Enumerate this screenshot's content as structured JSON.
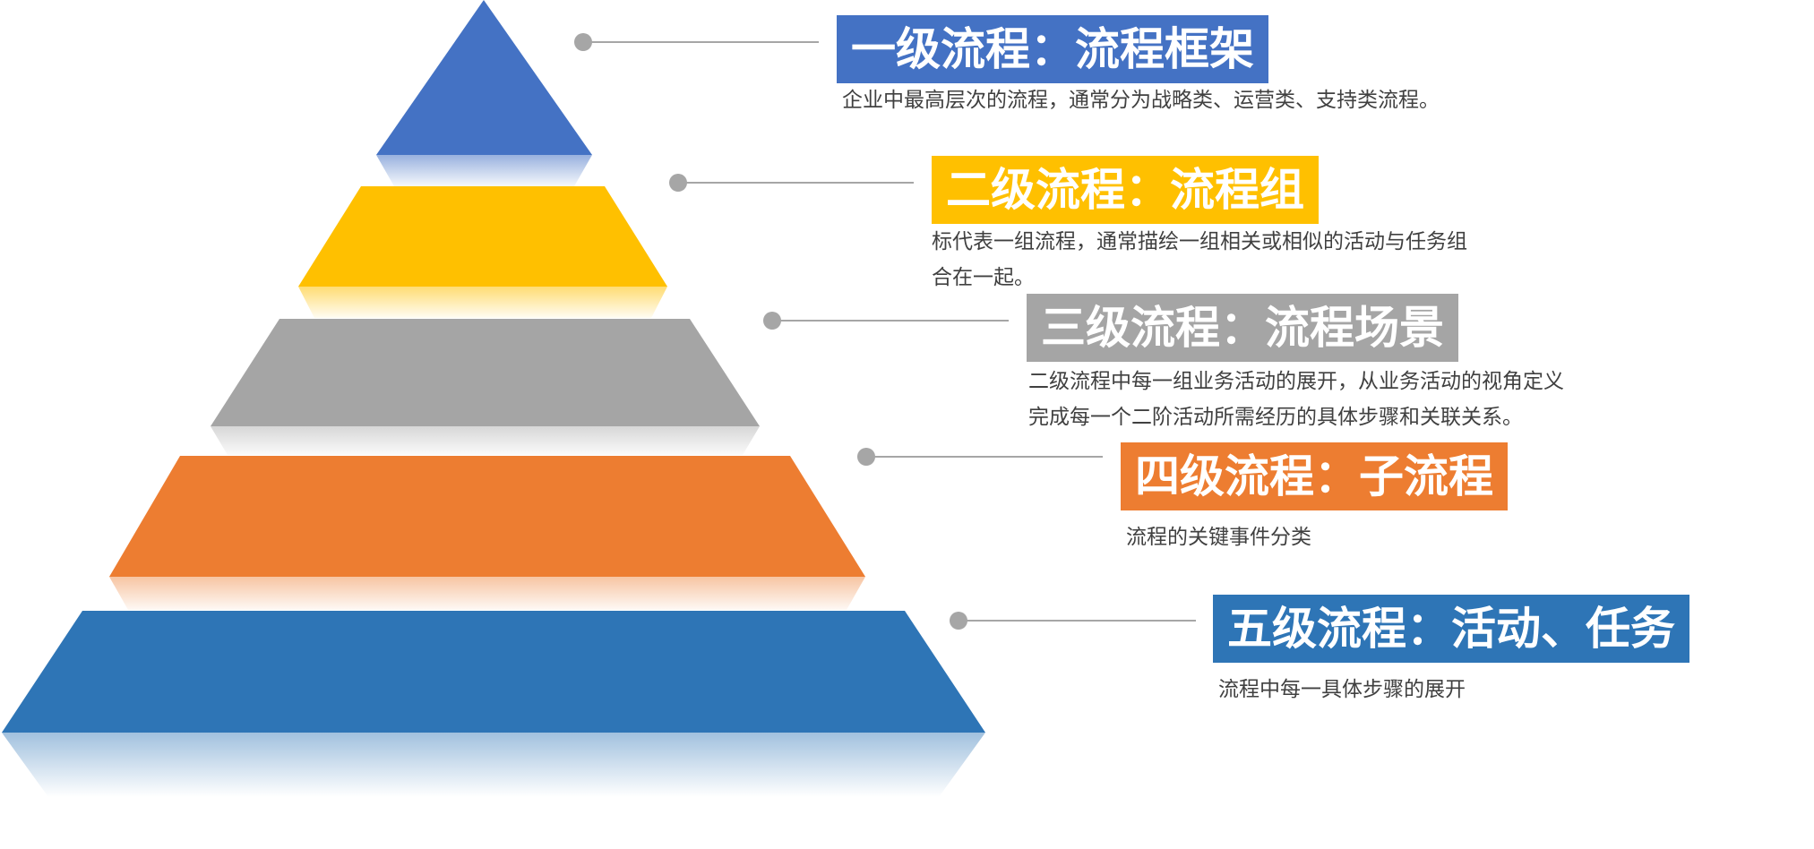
{
  "levels": [
    {
      "title": "一级流程：流程框架",
      "color": "#4472c4",
      "desc": [
        "企业中最高层次的流程，通常分为战略类、运营类、支持类流程。"
      ]
    },
    {
      "title": "二级流程：流程组",
      "color": "#ffc000",
      "desc": [
        "标代表一组流程，通常描绘一组相关或相似的活动与任务组",
        "合在一起。"
      ]
    },
    {
      "title": "三级流程：流程场景",
      "color": "#a5a5a5",
      "desc": [
        "二级流程中每一组业务活动的展开，从业务活动的视角定义",
        "完成每一个二阶活动所需经历的具体步骤和关联关系。"
      ]
    },
    {
      "title": "四级流程：子流程",
      "color": "#ed7d31",
      "desc": [
        "流程的关键事件分类"
      ]
    },
    {
      "title": "五级流程：活动、任务",
      "color": "#2e75b6",
      "desc": [
        "流程中每一具体步骤的展开"
      ]
    }
  ],
  "connector_color": "#a6a6a6"
}
